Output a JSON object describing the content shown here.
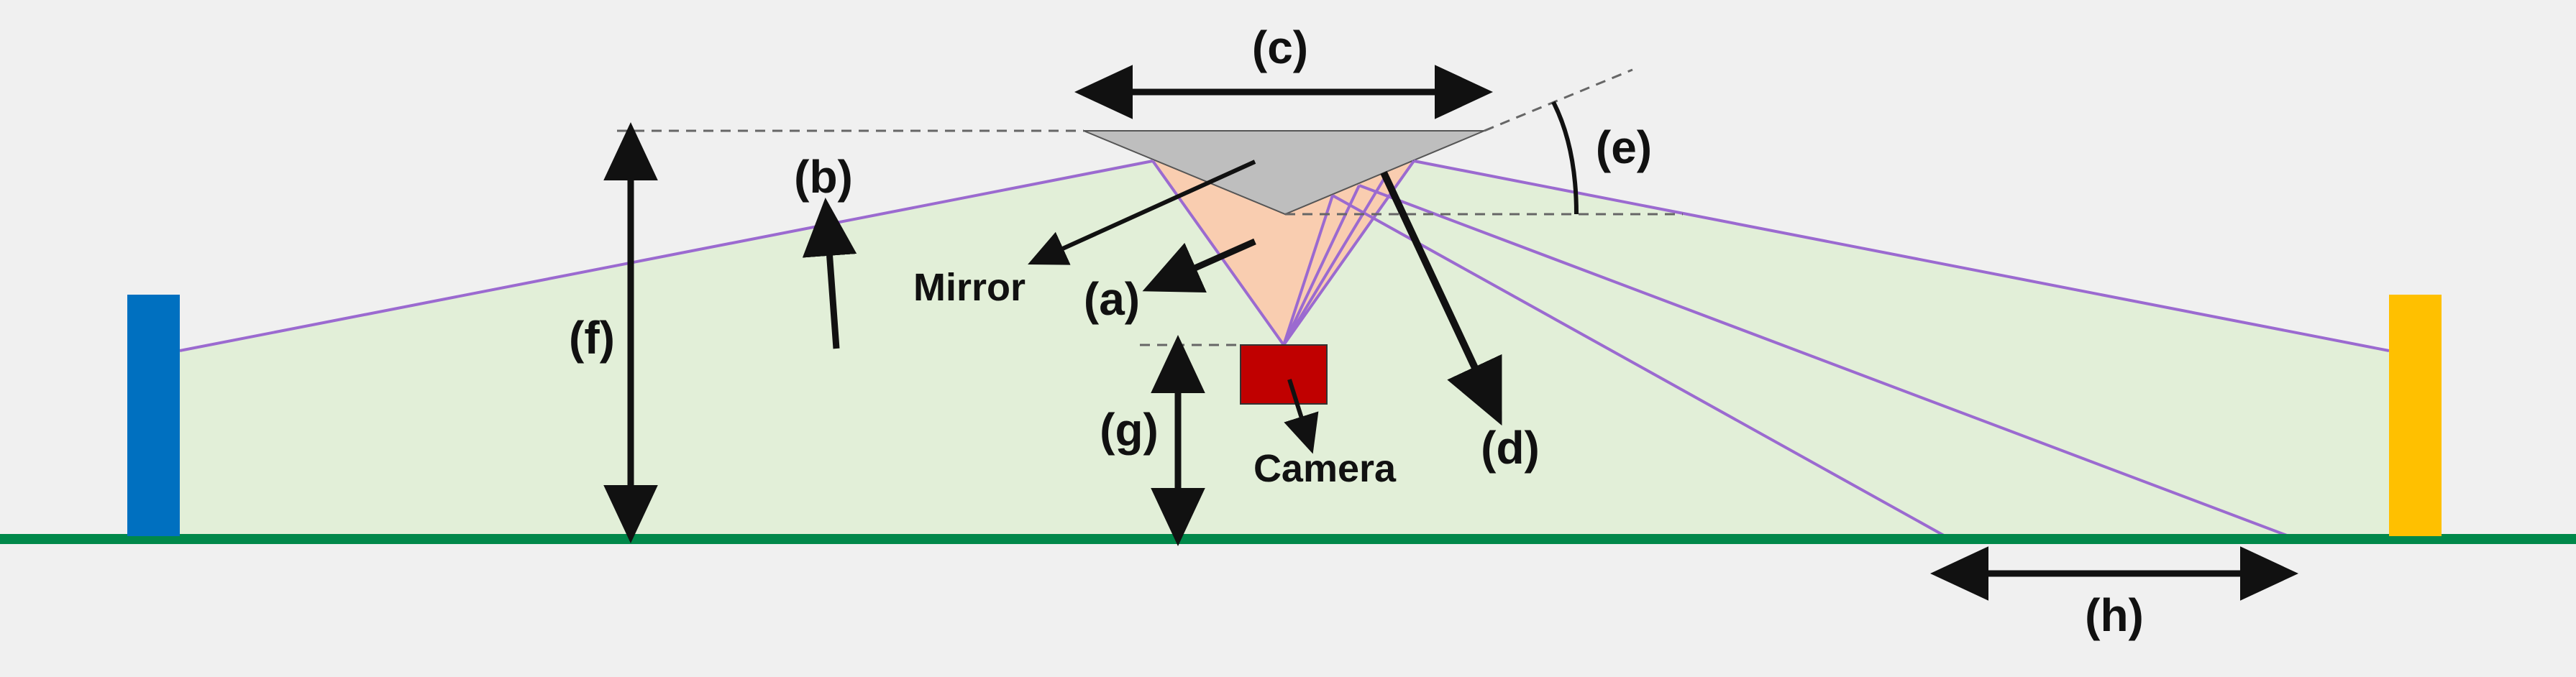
{
  "colors": {
    "background": "#f0f0f0",
    "ground": "#00884a",
    "field": "#e2efd8",
    "mirror": "#bebebe",
    "mirror_fov": "#f9cdb0",
    "camera": "#c00000",
    "ray": "#9b6ad0",
    "left_target": "#0070c0",
    "right_target": "#ffc000",
    "annotation": "#111111",
    "guide": "#666666"
  },
  "labels": {
    "a": "(a)",
    "b": "(b)",
    "c": "(c)",
    "d": "(d)",
    "e": "(e)",
    "f": "(f)",
    "g": "(g)",
    "h": "(h)",
    "mirror": "Mirror",
    "camera": "Camera"
  }
}
